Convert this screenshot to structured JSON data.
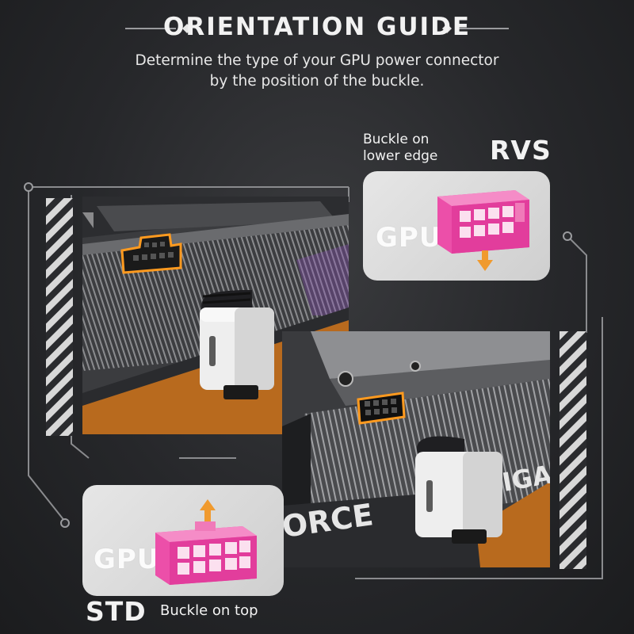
{
  "header": {
    "title": "ORIENTATION GUIDE",
    "subtitle_line1": "Determine the type of your GPU power connector",
    "subtitle_line2": "by the position of the buckle."
  },
  "rvs": {
    "desc_line1": "Buckle on",
    "desc_line2": "lower edge",
    "tag": "RVS",
    "card_label": "GPU"
  },
  "std": {
    "tag": "STD",
    "desc": "Buckle on top",
    "card_label": "GPU"
  },
  "photo_right": {
    "brand_left": "ORCE",
    "brand_right": "IGA"
  },
  "colors": {
    "background": "#26272a",
    "connector_pink": "#ec4fa9",
    "arrow_orange": "#f09a2e",
    "highlight_orange": "#ff9a1f",
    "desk_orange": "#b86a1e",
    "card_grey": "#d9d9d9"
  },
  "icons": [
    "diamond-ornament",
    "hazard-stripes",
    "connector-icon",
    "arrow-down-icon",
    "arrow-up-icon"
  ]
}
